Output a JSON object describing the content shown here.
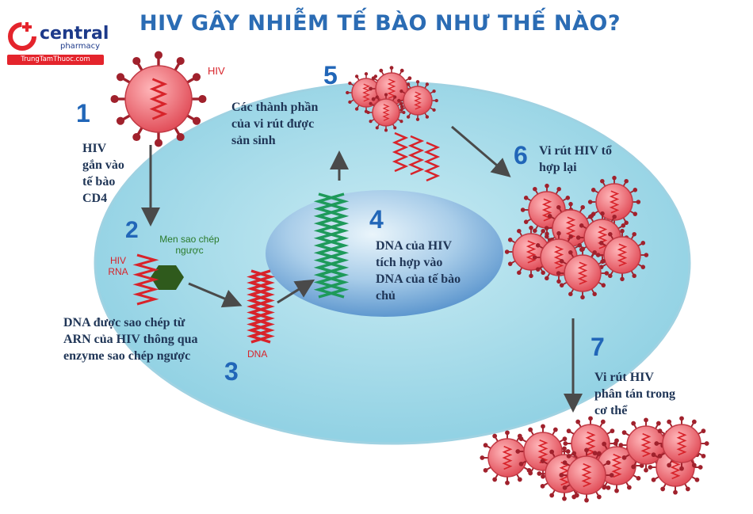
{
  "title": "HIV GÂY NHIỄM TẾ BÀO NHƯ THẾ NÀO?",
  "logo": {
    "name": "central",
    "sub": "pharmacy",
    "site": "TrungTamThuoc.com"
  },
  "virus_label": "HIV",
  "enzyme_label": [
    "Men sao chép",
    "ngược"
  ],
  "rna_label": [
    "HIV",
    "RNA"
  ],
  "dna_label": "DNA",
  "steps": [
    {
      "num": "1",
      "text": [
        "HIV",
        "gắn vào",
        "tế bào",
        "CD4"
      ]
    },
    {
      "num": "2",
      "text": [
        "DNA được sao chép từ",
        "ARN của HIV thông qua",
        "enzyme sao chép ngược"
      ]
    },
    {
      "num": "3",
      "text": []
    },
    {
      "num": "4",
      "text": [
        "DNA của HIV",
        "tích hợp vào",
        "DNA của tế bào",
        "chủ"
      ]
    },
    {
      "num": "5",
      "text": [
        "Các thành phần",
        "của vi rút được",
        "sản sinh"
      ]
    },
    {
      "num": "6",
      "text": [
        "Vi rút HIV tổ",
        "hợp lại"
      ]
    },
    {
      "num": "7",
      "text": [
        "Vi rút HIV",
        "phân tán trong",
        "cơ thể"
      ]
    }
  ],
  "colors": {
    "title": "#2b6cb4",
    "step_number": "#2166b8",
    "cell": "#a9dcea",
    "nucleus": "#7fb3dc",
    "virus": "#ee6f78",
    "virus_spike": "#a0212c",
    "rna": "#d8232a",
    "host_dna": "#1e9a5a",
    "enzyme": "#2f5a1c",
    "arrow": "#4a4a4a",
    "logo_red": "#e4242c",
    "logo_blue": "#1d3a8a"
  }
}
